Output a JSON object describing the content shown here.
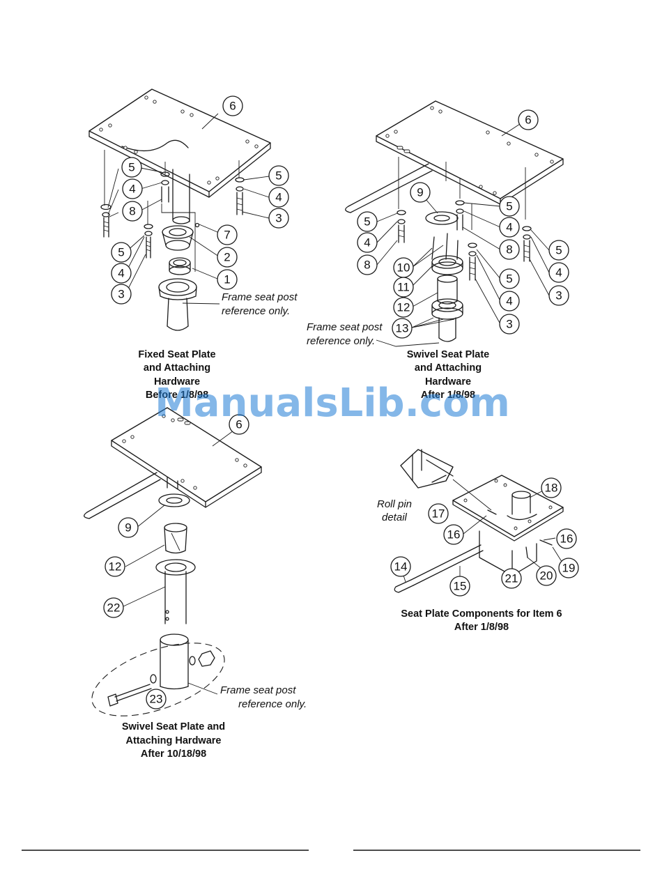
{
  "watermark": "ManualsLib.com",
  "diagrams": [
    {
      "id": "fixed",
      "caption": [
        "Fixed Seat Plate",
        "and Attaching",
        "Hardware",
        "Before 1/8/98"
      ],
      "note": [
        "Frame seat post",
        "reference only."
      ],
      "callouts": [
        "6",
        "5",
        "4",
        "8",
        "5",
        "4",
        "3",
        "5",
        "4",
        "3",
        "7",
        "2",
        "1"
      ]
    },
    {
      "id": "swivel-1998",
      "caption": [
        "Swivel Seat Plate",
        "and Attaching",
        "Hardware",
        "After 1/8/98"
      ],
      "note": [
        "Frame seat post",
        "reference only."
      ],
      "callouts": [
        "6",
        "9",
        "5",
        "4",
        "8",
        "10",
        "11",
        "12",
        "13",
        "5",
        "4",
        "8",
        "5",
        "4",
        "3",
        "5",
        "4",
        "3"
      ]
    },
    {
      "id": "swivel-10-1998",
      "caption": [
        "Swivel Seat Plate and",
        "Attaching Hardware",
        "After 10/18/98"
      ],
      "note": [
        "Frame seat post",
        "reference only."
      ],
      "callouts": [
        "6",
        "9",
        "12",
        "22",
        "23"
      ]
    },
    {
      "id": "components",
      "caption": [
        "Seat Plate Components for Item 6",
        "After 1/8/98"
      ],
      "note": [
        "Roll pin",
        "detail"
      ],
      "callouts": [
        "18",
        "17",
        "16",
        "16",
        "19",
        "20",
        "21",
        "15",
        "14"
      ]
    }
  ]
}
